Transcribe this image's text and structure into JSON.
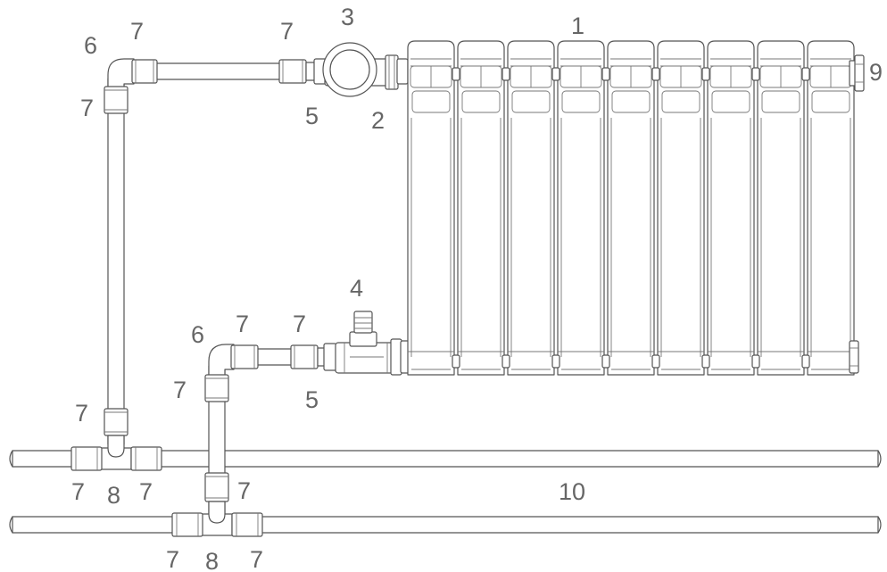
{
  "labels": {
    "radiator": "1",
    "valve_top": "2",
    "thermostatic_head": "3",
    "lockshield_valve": "4",
    "adapter_top": "5",
    "adapter_bottom": "5",
    "elbow_top": "6",
    "elbow_bottom": "6",
    "fitting_a": "7",
    "fitting_b": "7",
    "fitting_c": "7",
    "fitting_d": "7",
    "fitting_e": "7",
    "fitting_f": "7",
    "fitting_g": "7",
    "fitting_h": "7",
    "fitting_i": "7",
    "fitting_j": "7",
    "fitting_k": "7",
    "fitting_l": "7",
    "tee_upper": "8",
    "tee_lower": "8",
    "air_vent": "9",
    "main_pipes": "10"
  },
  "colors": {
    "line": "#555555",
    "label": "#666666",
    "background": "#ffffff"
  }
}
